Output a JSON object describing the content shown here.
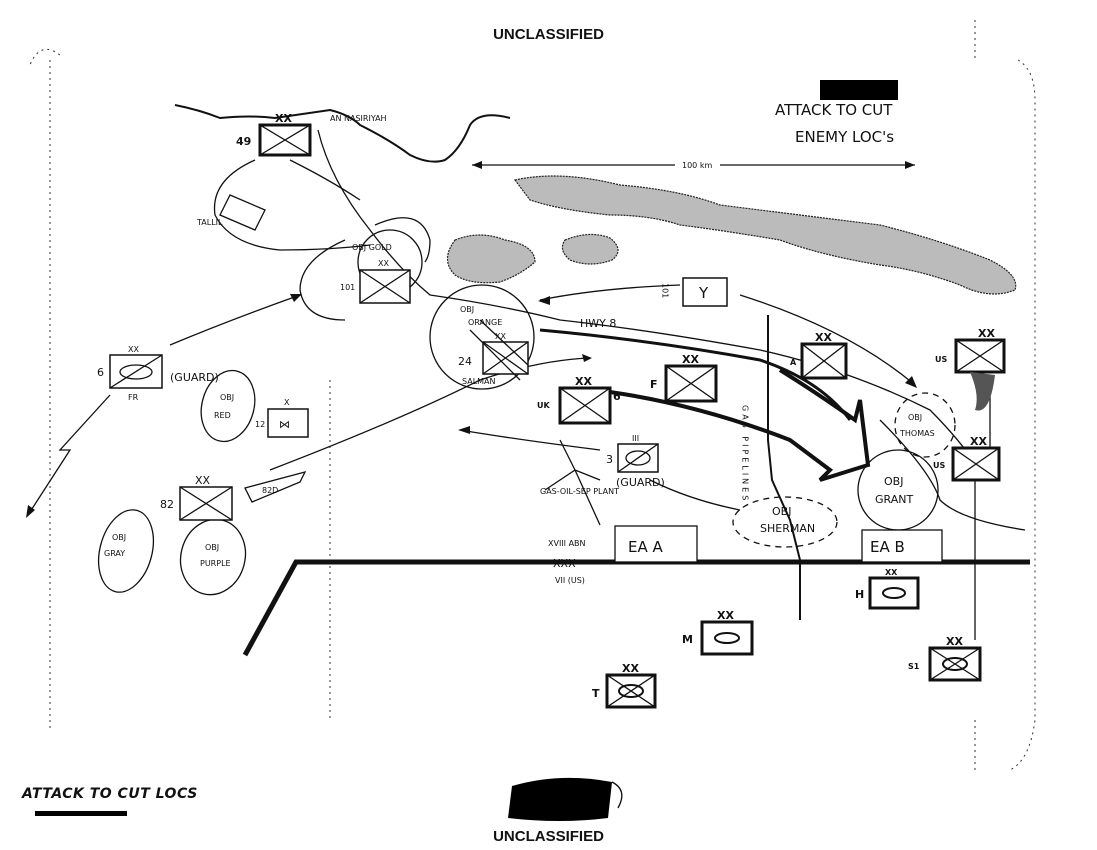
{
  "classification": {
    "top": "UNCLASSIFIED",
    "bottom": "UNCLASSIFIED"
  },
  "map": {
    "title_line1": "ATTACK TO CUT",
    "title_line2": "ENEMY LOC's",
    "scale_label": "100 km",
    "places": {
      "nasiriyah": "AN NASIRIYAH",
      "tallil": "TALLIL",
      "salman": "SALMAN",
      "hwy": "HWY 8",
      "gosp": "GAS-OIL-SEP PLANT",
      "pipeline": "GAS PIPELINES"
    },
    "corps_boundary": {
      "north": "XVIII ABN",
      "mark": "XXX",
      "south": "VII (US)"
    },
    "objectives": {
      "gold": "OBJ GOLD",
      "orange_1": "OBJ",
      "orange_2": "ORANGE",
      "red_1": "OBJ",
      "red_2": "RED",
      "gray_1": "OBJ",
      "gray_2": "GRAY",
      "purple_1": "OBJ",
      "purple_2": "PURPLE",
      "thomas_1": "OBJ",
      "thomas_2": "THOMAS",
      "grant_1": "OBJ",
      "grant_2": "GRANT",
      "sherman_1": "OBJ",
      "sherman_2": "SHERMAN"
    },
    "engagement_areas": {
      "a": "EA A",
      "b": "EA B"
    },
    "units": {
      "u49": {
        "id": "49",
        "echelon": "XX"
      },
      "u101": {
        "id": "101",
        "echelon": "XX"
      },
      "u6": {
        "id": "6",
        "echelon": "XX",
        "nation": "FR",
        "role": "(GUARD)"
      },
      "u12": {
        "id": "12",
        "echelon": "X"
      },
      "u82": {
        "id": "82",
        "echelon": "XX"
      },
      "u82d": {
        "id": "82D"
      },
      "u24": {
        "id": "24",
        "echelon": "XX"
      },
      "u101y": {
        "id": "101",
        "echelon": "Y"
      },
      "uk": {
        "id": "UK",
        "echelon": "XX",
        "tag": "6"
      },
      "f": {
        "id": "F",
        "echelon": "XX"
      },
      "a": {
        "id": "A",
        "echelon": "XX"
      },
      "us1": {
        "id": "US",
        "echelon": "XX"
      },
      "us2": {
        "id": "US",
        "echelon": "XX"
      },
      "u3": {
        "id": "3",
        "echelon": "III",
        "role": "(GUARD)"
      },
      "h": {
        "id": "H",
        "echelon": "XX"
      },
      "m": {
        "id": "M",
        "echelon": "XX"
      },
      "t": {
        "id": "T",
        "echelon": "XX"
      },
      "s1": {
        "id": "S1",
        "echelon": "XX"
      }
    }
  },
  "footer": {
    "caption": "ATTACK TO CUT LOCS"
  }
}
